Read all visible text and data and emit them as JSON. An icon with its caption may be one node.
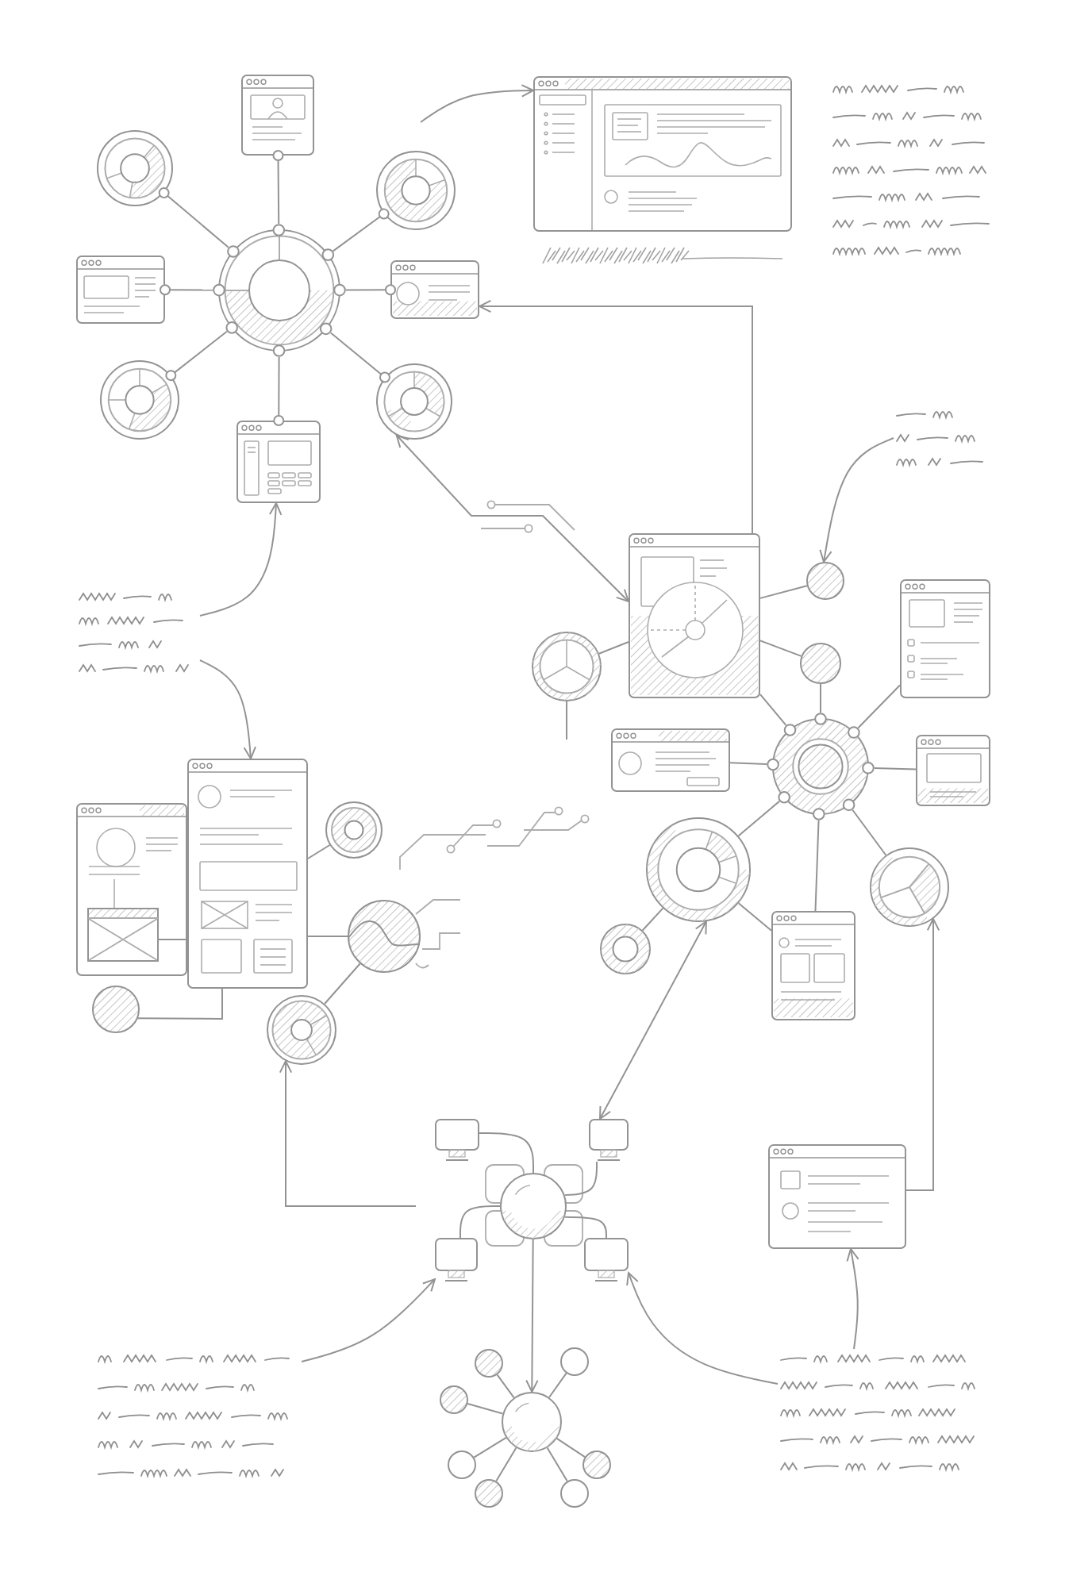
{
  "diagram": {
    "nodes": [
      {
        "text": [],
        "shape": "window"
      },
      {
        "text": [],
        "shape": "donut"
      },
      {
        "text": [],
        "shape": "donut"
      },
      {
        "text": [],
        "shape": "circle"
      },
      {
        "text": [],
        "shape": "window"
      },
      {
        "text": [],
        "shape": "window"
      },
      {
        "text": [],
        "shape": "donut"
      },
      {
        "text": [],
        "shape": "donut"
      },
      {
        "text": [],
        "shape": "window"
      },
      {
        "text": [],
        "shape": "window"
      },
      {
        "text": [],
        "shape": "scribble"
      },
      {
        "text": [],
        "shape": "scribble"
      },
      {
        "text": [],
        "shape": "window"
      },
      {
        "text": [],
        "shape": "circle"
      },
      {
        "text": [],
        "shape": "donut"
      },
      {
        "text": [],
        "shape": "circle"
      },
      {
        "text": [],
        "shape": "window"
      },
      {
        "text": [],
        "shape": "window"
      },
      {
        "text": [],
        "shape": "circle"
      },
      {
        "text": [],
        "shape": "window"
      },
      {
        "text": [],
        "shape": "donut"
      },
      {
        "text": [],
        "shape": "circle"
      },
      {
        "text": [],
        "shape": "window"
      },
      {
        "text": [],
        "shape": "donut"
      },
      {
        "text": [],
        "shape": "scribble"
      },
      {
        "text": [],
        "shape": "window"
      },
      {
        "text": [],
        "shape": "box",
        "in": 25
      },
      {
        "text": [],
        "shape": "window"
      },
      {
        "text": [],
        "shape": "donut"
      },
      {
        "text": [],
        "shape": "circle"
      },
      {
        "text": [],
        "shape": "circle"
      },
      {
        "text": [],
        "shape": "donut"
      },
      {
        "text": [],
        "shape": "monitor"
      },
      {
        "text": [],
        "shape": "monitor"
      },
      {
        "text": [],
        "shape": "circle"
      },
      {
        "text": [],
        "shape": "monitor"
      },
      {
        "text": [],
        "shape": "monitor"
      },
      {
        "text": [],
        "shape": "window"
      },
      {
        "text": [],
        "shape": "scribble"
      },
      {
        "text": [],
        "shape": "circle"
      },
      {
        "text": [],
        "shape": "circle"
      },
      {
        "text": [],
        "shape": "circle"
      },
      {
        "text": [],
        "shape": "circle"
      },
      {
        "text": [],
        "shape": "circle"
      },
      {
        "text": [],
        "shape": "circle"
      },
      {
        "text": [],
        "shape": "circle"
      },
      {
        "text": [],
        "shape": "circle"
      },
      {
        "text": [],
        "shape": "scribble"
      }
    ],
    "edges": [
      {
        "from": 0,
        "to": 3,
        "arrow": "other"
      },
      {
        "from": 1,
        "to": 3,
        "arrow": "other"
      },
      {
        "from": 2,
        "to": 3,
        "arrow": "other"
      },
      {
        "from": 4,
        "to": 3,
        "arrow": "other"
      },
      {
        "from": 5,
        "to": 3,
        "arrow": "other"
      },
      {
        "from": 6,
        "to": 3,
        "arrow": "other"
      },
      {
        "from": 7,
        "to": 3,
        "arrow": "other"
      },
      {
        "from": 8,
        "to": 3,
        "arrow": "other"
      },
      {
        "from": null,
        "to": 9,
        "arrow": "to"
      },
      {
        "from": 12,
        "to": 5,
        "arrow": "to"
      },
      {
        "from": 7,
        "to": 12,
        "arrow": "both"
      },
      {
        "from": 11,
        "to": 13,
        "arrow": "to"
      },
      {
        "from": 12,
        "to": 13,
        "arrow": "none"
      },
      {
        "from": 12,
        "to": 15,
        "arrow": "none"
      },
      {
        "from": 14,
        "to": 12,
        "arrow": "none"
      },
      {
        "from": 14,
        "to": null,
        "arrow": "none"
      },
      {
        "from": 15,
        "to": 18,
        "arrow": "none"
      },
      {
        "from": 16,
        "to": 18,
        "arrow": "none"
      },
      {
        "from": 17,
        "to": 18,
        "arrow": "none"
      },
      {
        "from": 12,
        "to": 18,
        "arrow": "none"
      },
      {
        "from": 19,
        "to": 18,
        "arrow": "none"
      },
      {
        "from": 20,
        "to": 18,
        "arrow": "none"
      },
      {
        "from": 21,
        "to": 18,
        "arrow": "none"
      },
      {
        "from": 22,
        "to": 18,
        "arrow": "none"
      },
      {
        "from": 20,
        "to": 22,
        "arrow": "none"
      },
      {
        "from": 23,
        "to": 20,
        "arrow": "none"
      },
      {
        "from": 24,
        "to": 8,
        "arrow": "to"
      },
      {
        "from": 24,
        "to": 27,
        "arrow": "to"
      },
      {
        "from": 26,
        "to": 27,
        "arrow": "none"
      },
      {
        "from": 27,
        "to": 28,
        "arrow": "none"
      },
      {
        "from": 27,
        "to": 29,
        "arrow": "none"
      },
      {
        "from": 29,
        "to": 31,
        "arrow": "none"
      },
      {
        "from": 30,
        "to": 27,
        "arrow": "none"
      },
      {
        "from": null,
        "to": 31,
        "arrow": "to"
      },
      {
        "from": 32,
        "to": 34,
        "arrow": "none"
      },
      {
        "from": 33,
        "to": 34,
        "arrow": "none"
      },
      {
        "from": 35,
        "to": 34,
        "arrow": "none"
      },
      {
        "from": 36,
        "to": 34,
        "arrow": "none"
      },
      {
        "from": 20,
        "to": 33,
        "arrow": "both"
      },
      {
        "from": 34,
        "to": 39,
        "arrow": "to"
      },
      {
        "from": 37,
        "to": 21,
        "arrow": "to"
      },
      {
        "from": 47,
        "to": 37,
        "arrow": "to"
      },
      {
        "from": 47,
        "to": 36,
        "arrow": "to"
      },
      {
        "from": 38,
        "to": 35,
        "arrow": "to"
      },
      {
        "from": 39,
        "to": 40,
        "arrow": "none"
      },
      {
        "from": 39,
        "to": 41,
        "arrow": "none"
      },
      {
        "from": 39,
        "to": 42,
        "arrow": "none"
      },
      {
        "from": 39,
        "to": 43,
        "arrow": "none"
      },
      {
        "from": 39,
        "to": 44,
        "arrow": "none"
      },
      {
        "from": 39,
        "to": 45,
        "arrow": "none"
      },
      {
        "from": 39,
        "to": 46,
        "arrow": "none"
      }
    ]
  }
}
